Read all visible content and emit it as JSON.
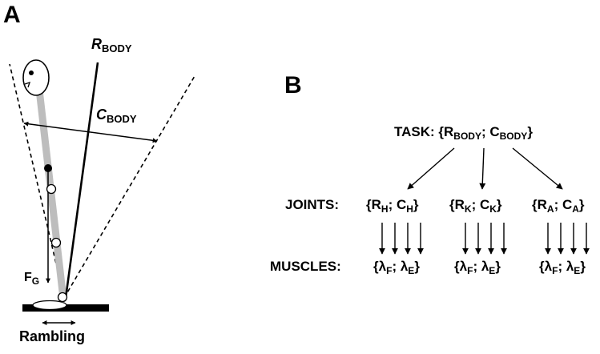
{
  "panel_a": {
    "label": "A",
    "r_body": {
      "main": "R",
      "sub": "BODY"
    },
    "c_body": {
      "main": "C",
      "sub": "BODY"
    },
    "force": {
      "main": "F",
      "sub": "G"
    },
    "base_label": "Rambling"
  },
  "panel_b": {
    "label": "B",
    "task": {
      "prefix": "TASK: {",
      "r": "R",
      "r_sub": "BODY",
      "sep": "; ",
      "c": "C",
      "c_sub": "BODY",
      "suffix": "}"
    },
    "joints_label": "JOINTS:",
    "joints": [
      {
        "r": "R",
        "r_sub": "H",
        "c": "C",
        "c_sub": "H"
      },
      {
        "r": "R",
        "r_sub": "K",
        "c": "C",
        "c_sub": "K"
      },
      {
        "r": "R",
        "r_sub": "A",
        "c": "C",
        "c_sub": "A"
      }
    ],
    "muscles_label": "MUSCLES:",
    "muscles": [
      {
        "f": "λ",
        "f_sub": "F",
        "e": "λ",
        "e_sub": "E"
      },
      {
        "f": "λ",
        "f_sub": "F",
        "e": "λ",
        "e_sub": "E"
      },
      {
        "f": "λ",
        "f_sub": "F",
        "e": "λ",
        "e_sub": "E"
      }
    ]
  }
}
